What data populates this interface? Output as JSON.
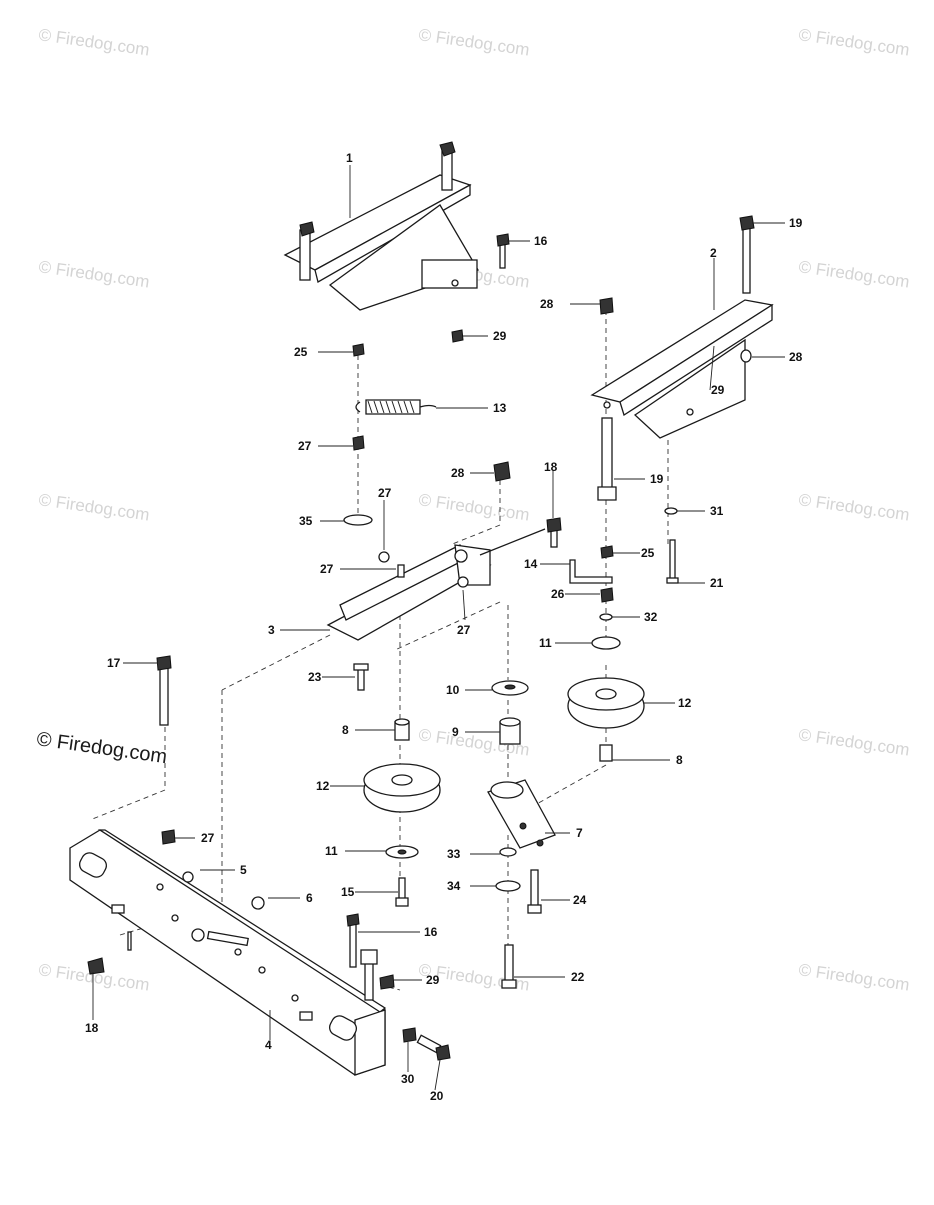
{
  "watermark": {
    "text": "© Firedog.com",
    "prominent_text": "© Firedog.com"
  },
  "callouts": [
    {
      "id": "c1",
      "label": "1"
    },
    {
      "id": "c2",
      "label": "2"
    },
    {
      "id": "c3",
      "label": "3"
    },
    {
      "id": "c4",
      "label": "4"
    },
    {
      "id": "c5",
      "label": "5"
    },
    {
      "id": "c6",
      "label": "6"
    },
    {
      "id": "c7",
      "label": "7"
    },
    {
      "id": "c8a",
      "label": "8"
    },
    {
      "id": "c8b",
      "label": "8"
    },
    {
      "id": "c9",
      "label": "9"
    },
    {
      "id": "c10",
      "label": "10"
    },
    {
      "id": "c11a",
      "label": "11"
    },
    {
      "id": "c11b",
      "label": "11"
    },
    {
      "id": "c12a",
      "label": "12"
    },
    {
      "id": "c12b",
      "label": "12"
    },
    {
      "id": "c13",
      "label": "13"
    },
    {
      "id": "c14",
      "label": "14"
    },
    {
      "id": "c15",
      "label": "15"
    },
    {
      "id": "c16a",
      "label": "16"
    },
    {
      "id": "c16b",
      "label": "16"
    },
    {
      "id": "c17",
      "label": "17"
    },
    {
      "id": "c18a",
      "label": "18"
    },
    {
      "id": "c18b",
      "label": "18"
    },
    {
      "id": "c19a",
      "label": "19"
    },
    {
      "id": "c19b",
      "label": "19"
    },
    {
      "id": "c20",
      "label": "20"
    },
    {
      "id": "c21",
      "label": "21"
    },
    {
      "id": "c22",
      "label": "22"
    },
    {
      "id": "c23",
      "label": "23"
    },
    {
      "id": "c24",
      "label": "24"
    },
    {
      "id": "c25a",
      "label": "25"
    },
    {
      "id": "c25b",
      "label": "25"
    },
    {
      "id": "c26",
      "label": "26"
    },
    {
      "id": "c27a",
      "label": "27"
    },
    {
      "id": "c27b",
      "label": "27"
    },
    {
      "id": "c27c",
      "label": "27"
    },
    {
      "id": "c27d",
      "label": "27"
    },
    {
      "id": "c27e",
      "label": "27"
    },
    {
      "id": "c28a",
      "label": "28"
    },
    {
      "id": "c28b",
      "label": "28"
    },
    {
      "id": "c28c",
      "label": "28"
    },
    {
      "id": "c29a",
      "label": "29"
    },
    {
      "id": "c29b",
      "label": "29"
    },
    {
      "id": "c29c",
      "label": "29"
    },
    {
      "id": "c30",
      "label": "30"
    },
    {
      "id": "c31",
      "label": "31"
    },
    {
      "id": "c32",
      "label": "32"
    },
    {
      "id": "c33",
      "label": "33"
    },
    {
      "id": "c34",
      "label": "34"
    },
    {
      "id": "c35",
      "label": "35"
    }
  ]
}
